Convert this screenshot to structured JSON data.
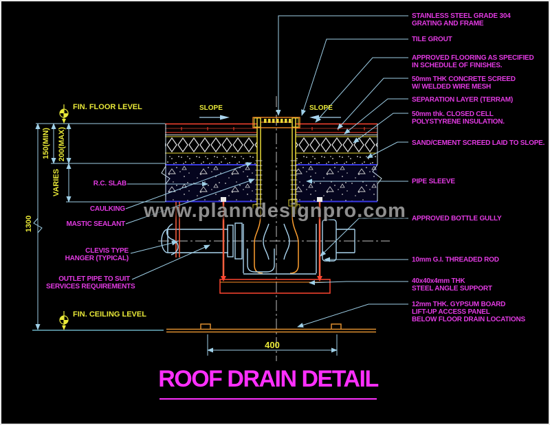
{
  "title": "ROOF DRAIN DETAIL",
  "watermark": "www.planndesignpro.com",
  "slope_label": "SLOPE",
  "levels": {
    "floor": "FIN. FLOOR LEVEL",
    "ceiling": "FIN. CEILING LEVEL"
  },
  "dimensions": {
    "h_min": "150(MIN)",
    "h_max": "200(MAX)",
    "varies": "VARIES",
    "total": "1300",
    "panel": "400"
  },
  "callouts_right": [
    {
      "id": "grating",
      "lines": [
        "STAINLESS STEEL GRADE 304",
        "GRATING AND FRAME"
      ]
    },
    {
      "id": "tile-grout",
      "lines": [
        "TILE GROUT"
      ]
    },
    {
      "id": "flooring",
      "lines": [
        "APPROVED FLOORING AS SPECIFIED",
        "IN SCHEDULE OF FINISHES."
      ]
    },
    {
      "id": "concrete-screed",
      "lines": [
        "50mm THK CONCRETE SCREED",
        "W/ WELDED WIRE MESH"
      ]
    },
    {
      "id": "separation-layer",
      "lines": [
        "SEPARATION LAYER (TERRAM)"
      ]
    },
    {
      "id": "insulation",
      "lines": [
        "50mm thk. CLOSED CELL",
        "POLYSTYRENE INSULATION."
      ]
    },
    {
      "id": "sand-cement-screed",
      "lines": [
        "SAND/CEMENT SCREED LAID TO SLOPE."
      ]
    },
    {
      "id": "pipe-sleeve",
      "lines": [
        "PIPE SLEEVE"
      ]
    },
    {
      "id": "bottle-gully",
      "lines": [
        "APPROVED BOTTLE GULLY"
      ]
    },
    {
      "id": "threaded-rod",
      "lines": [
        "10mm G.I. THREADED ROD"
      ]
    },
    {
      "id": "angle-support",
      "lines": [
        "40x40x4mm THK",
        "STEEL ANGLE SUPPORT"
      ]
    },
    {
      "id": "gypsum-panel",
      "lines": [
        "12mm THK. GYPSUM BOARD",
        "LIFT-UP ACCESS PANEL",
        "BELOW FLOOR DRAIN LOCATIONS"
      ]
    }
  ],
  "callouts_left": [
    {
      "id": "rc-slab",
      "lines": [
        "R.C. SLAB"
      ]
    },
    {
      "id": "caulking",
      "lines": [
        "CAULKING"
      ]
    },
    {
      "id": "mastic-sealant",
      "lines": [
        "MASTIC SEALANT"
      ]
    },
    {
      "id": "clevis-hanger",
      "lines": [
        "CLEVIS TYPE",
        "HANGER (TYPICAL)"
      ]
    },
    {
      "id": "outlet-pipe",
      "lines": [
        "OUTLET PIPE TO SUIT",
        "SERVICES REQUIREMENTS"
      ]
    }
  ],
  "colors": {
    "background": "#000000",
    "callout_magenta": "#e23ae2",
    "title_magenta": "#ff2fff",
    "dimension_yellow": "#e8e838",
    "leader_blue": "#9fd0e8",
    "linework_red": "#ff4530",
    "linework_orange": "#ff9028",
    "linework_cyan": "#aad4ee",
    "slab_blue": "#3a3ae8",
    "centerline_gray": "#c0c0c0",
    "watermark_gray": "#9b9b9b"
  }
}
